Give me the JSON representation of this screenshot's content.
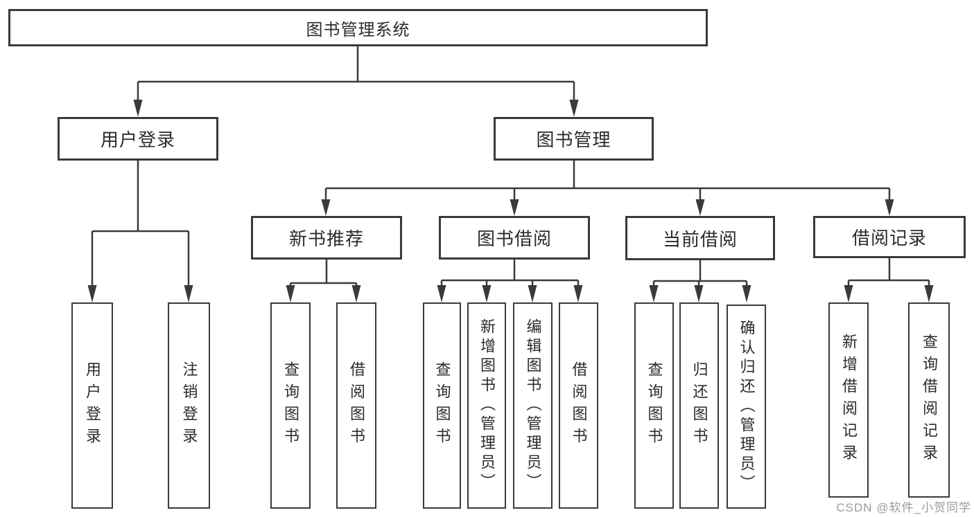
{
  "diagram": {
    "title": "图书管理系统",
    "watermark": "CSDN @软件_小贺同学",
    "colors": {
      "line": "#3a3a3a",
      "box_border": "#3a3a3a",
      "box_fill": "#ffffff",
      "text": "#2b2b2b",
      "watermark": "#9a9a9e",
      "background": "#ffffff"
    },
    "nodes": [
      {
        "id": "root",
        "label": "图书管理系统"
      },
      {
        "id": "user-login",
        "label": "用户登录"
      },
      {
        "id": "book-management",
        "label": "图书管理"
      },
      {
        "id": "new-book-recommend",
        "label": "新书推荐"
      },
      {
        "id": "book-borrow",
        "label": "图书借阅"
      },
      {
        "id": "current-borrow",
        "label": "当前借阅"
      },
      {
        "id": "borrow-record",
        "label": "借阅记录"
      },
      {
        "id": "leaf-user-login",
        "label": "用户登录"
      },
      {
        "id": "leaf-logout",
        "label": "注销登录"
      },
      {
        "id": "leaf-query-book-recommend",
        "label": "查询图书"
      },
      {
        "id": "leaf-borrow-book-recommend",
        "label": "借阅图书"
      },
      {
        "id": "leaf-query-book-borrow",
        "label": "查询图书"
      },
      {
        "id": "leaf-add-book-admin",
        "label": "新增图书（管理员）"
      },
      {
        "id": "leaf-edit-book-admin",
        "label": "编辑图书（管理员）"
      },
      {
        "id": "leaf-borrow-book",
        "label": "借阅图书"
      },
      {
        "id": "leaf-query-book-current",
        "label": "查询图书"
      },
      {
        "id": "leaf-return-book",
        "label": "归还图书"
      },
      {
        "id": "leaf-confirm-return-admin",
        "label": "确认归还（管理员）"
      },
      {
        "id": "leaf-add-borrow-record",
        "label": "新增借阅记录"
      },
      {
        "id": "leaf-query-borrow-record",
        "label": "查询借阅记录"
      }
    ],
    "edges": [
      [
        "图书管理系统",
        "用户登录"
      ],
      [
        "图书管理系统",
        "图书管理"
      ],
      [
        "用户登录",
        "用户登录"
      ],
      [
        "用户登录",
        "注销登录"
      ],
      [
        "图书管理",
        "新书推荐"
      ],
      [
        "图书管理",
        "图书借阅"
      ],
      [
        "图书管理",
        "当前借阅"
      ],
      [
        "图书管理",
        "借阅记录"
      ],
      [
        "新书推荐",
        "查询图书"
      ],
      [
        "新书推荐",
        "借阅图书"
      ],
      [
        "图书借阅",
        "查询图书"
      ],
      [
        "图书借阅",
        "新增图书（管理员）"
      ],
      [
        "图书借阅",
        "编辑图书（管理员）"
      ],
      [
        "图书借阅",
        "借阅图书"
      ],
      [
        "当前借阅",
        "查询图书"
      ],
      [
        "当前借阅",
        "归还图书"
      ],
      [
        "当前借阅",
        "确认归还（管理员）"
      ],
      [
        "借阅记录",
        "新增借阅记录"
      ],
      [
        "借阅记录",
        "查询借阅记录"
      ]
    ]
  }
}
